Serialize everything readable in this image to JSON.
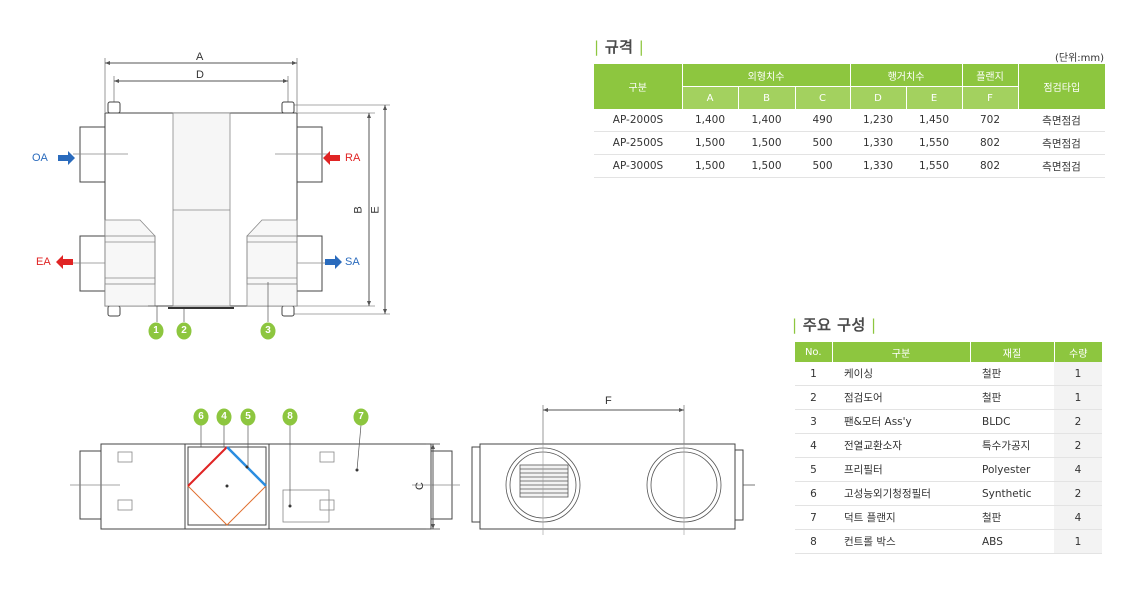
{
  "spec": {
    "title": "규격",
    "unit": "(단위:mm)",
    "headers": {
      "category": "구분",
      "outer": "외형치수",
      "hanger": "행거치수",
      "flange": "플랜지",
      "inspection": "점검타입",
      "sub": [
        "A",
        "B",
        "C",
        "D",
        "E",
        "F"
      ]
    },
    "rows": [
      {
        "model": "AP-2000S",
        "a": "1,400",
        "b": "1,400",
        "c": "490",
        "d": "1,230",
        "e": "1,450",
        "f": "702",
        "type": "측면점검"
      },
      {
        "model": "AP-2500S",
        "a": "1,500",
        "b": "1,500",
        "c": "500",
        "d": "1,330",
        "e": "1,550",
        "f": "802",
        "type": "측면점검"
      },
      {
        "model": "AP-3000S",
        "a": "1,500",
        "b": "1,500",
        "c": "500",
        "d": "1,330",
        "e": "1,550",
        "f": "802",
        "type": "측면점검"
      }
    ]
  },
  "parts": {
    "title": "주요 구성",
    "headers": {
      "no": "No.",
      "name": "구분",
      "material": "재질",
      "qty": "수량"
    },
    "rows": [
      {
        "no": "1",
        "name": "케이싱",
        "material": "철판",
        "qty": "1"
      },
      {
        "no": "2",
        "name": "점검도어",
        "material": "철판",
        "qty": "1"
      },
      {
        "no": "3",
        "name": "팬&모터 Ass'y",
        "material": "BLDC",
        "qty": "2"
      },
      {
        "no": "4",
        "name": "전열교환소자",
        "material": "특수가공지",
        "qty": "2"
      },
      {
        "no": "5",
        "name": "프리필터",
        "material": "Polyester",
        "qty": "4"
      },
      {
        "no": "6",
        "name": "고성능외기청정필터",
        "material": "Synthetic",
        "qty": "2"
      },
      {
        "no": "7",
        "name": "덕트 플랜지",
        "material": "철판",
        "qty": "4"
      },
      {
        "no": "8",
        "name": "컨트롤 박스",
        "material": "ABS",
        "qty": "1"
      }
    ]
  },
  "drawing": {
    "dim_a": "A",
    "dim_d": "D",
    "dim_b": "B",
    "dim_e": "E",
    "dim_c": "C",
    "dim_f": "F",
    "port_oa": "OA",
    "port_ra": "RA",
    "port_ea": "EA",
    "port_sa": "SA",
    "colors": {
      "supply": "#2a6bbd",
      "exhaust": "#e02424",
      "accent": "#8dc63f"
    },
    "badges": [
      "1",
      "2",
      "3",
      "6",
      "4",
      "5",
      "8",
      "7"
    ]
  }
}
